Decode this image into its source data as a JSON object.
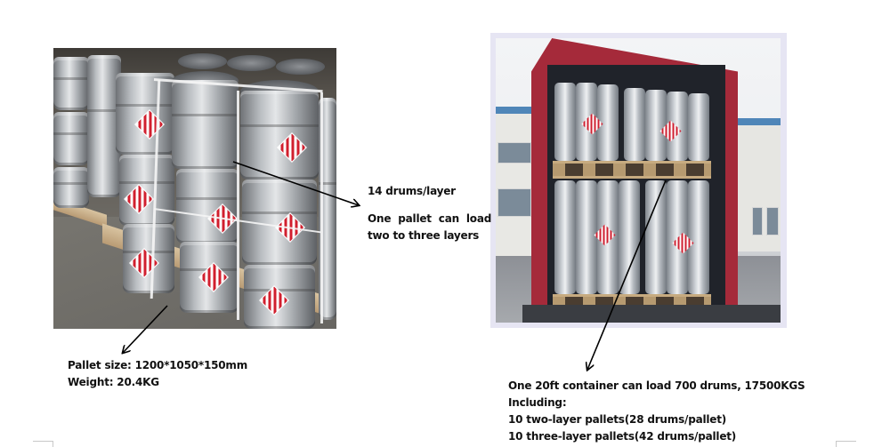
{
  "left_figure": {
    "photo_description": "Silver steel drums with red-white hazard diamonds strapped on a wooden pallet",
    "layer_callout": {
      "line1": "14 drums/layer",
      "line2": "One  pallet  can  load",
      "line3": "two to three layers"
    },
    "pallet_callout": {
      "size": "Pallet size: 1200*1050*150mm",
      "weight": "Weight: 20.4KG"
    }
  },
  "right_figure": {
    "photo_description": "Red 20ft shipping container loaded with two tiers of palletized drums",
    "container_callout": {
      "line1": "One 20ft container can load 700 drums, 17500KGS",
      "line2": "Including:",
      "line3": "10 two-layer pallets(28 drums/pallet)",
      "line4": "10 three-layer pallets(42 drums/pallet)"
    }
  },
  "colors": {
    "text": "#111111",
    "container_red": "#a52a3a",
    "hazard_red": "#d11f2e",
    "frame_lavender": "#e6e5f3",
    "arrow": "#000000"
  }
}
